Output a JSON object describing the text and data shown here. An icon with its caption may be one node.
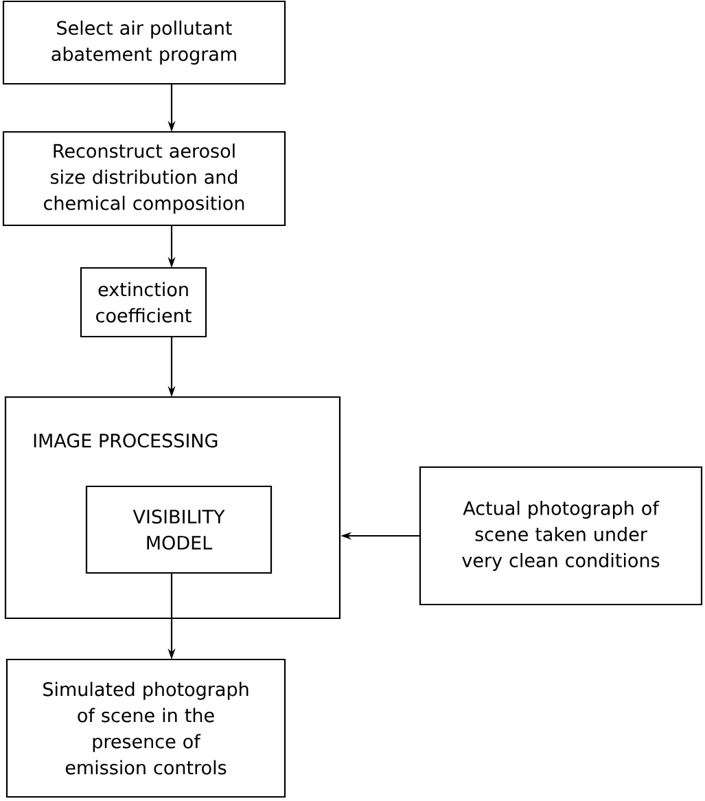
{
  "diagram": {
    "nodes": [
      {
        "text": [
          "Select air pollutant abatement program"
        ]
      },
      {
        "text": [
          "Reconstruct aerosol size distribution and chemical composition"
        ]
      },
      {
        "text": [
          "extinction coefficient"
        ]
      },
      {
        "text": [
          "IMAGE PROCESSING"
        ]
      },
      {
        "text": [
          "VISIBILITY MODEL"
        ],
        "in": 3
      },
      {
        "text": [
          "Actual photograph of scene taken under very clean conditions"
        ]
      },
      {
        "text": [
          "Simulated photograph of scene in the presence of emission controls"
        ]
      }
    ],
    "edges": [
      {
        "from": 0,
        "to": 1,
        "arrow": "to"
      },
      {
        "from": 1,
        "to": 2,
        "arrow": "to"
      },
      {
        "from": 2,
        "to": 3,
        "arrow": "to"
      },
      {
        "from": 5,
        "to": 3,
        "arrow": "to"
      },
      {
        "from": 4,
        "to": 6,
        "arrow": "to"
      }
    ]
  }
}
